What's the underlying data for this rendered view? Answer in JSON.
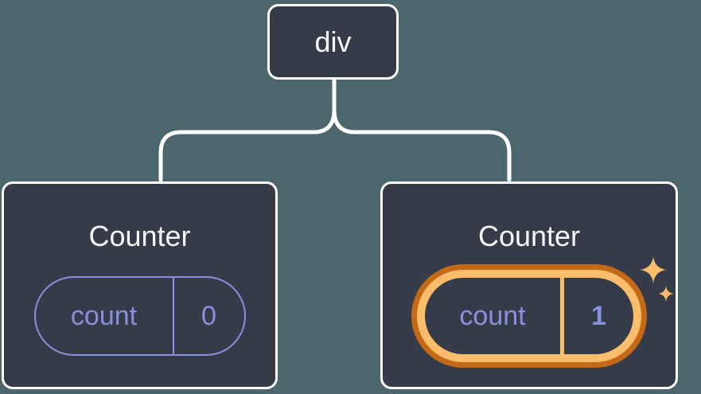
{
  "colors": {
    "background": "#4C666D",
    "node_background": "#353B48",
    "node_border": "#FFFFFF",
    "connector": "#FFFFFF",
    "text_primary": "#F6F7F9",
    "state_accent": "#8890DF",
    "highlight_light": "#F9BD6C",
    "highlight_dark": "#C46915"
  },
  "tree": {
    "root": {
      "label": "div"
    },
    "children": [
      {
        "title": "Counter",
        "state": {
          "label": "count",
          "value": "0",
          "highlighted": false
        }
      },
      {
        "title": "Counter",
        "state": {
          "label": "count",
          "value": "1",
          "highlighted": true
        }
      }
    ]
  },
  "icons": {
    "sparkles": "sparkles-icon"
  }
}
